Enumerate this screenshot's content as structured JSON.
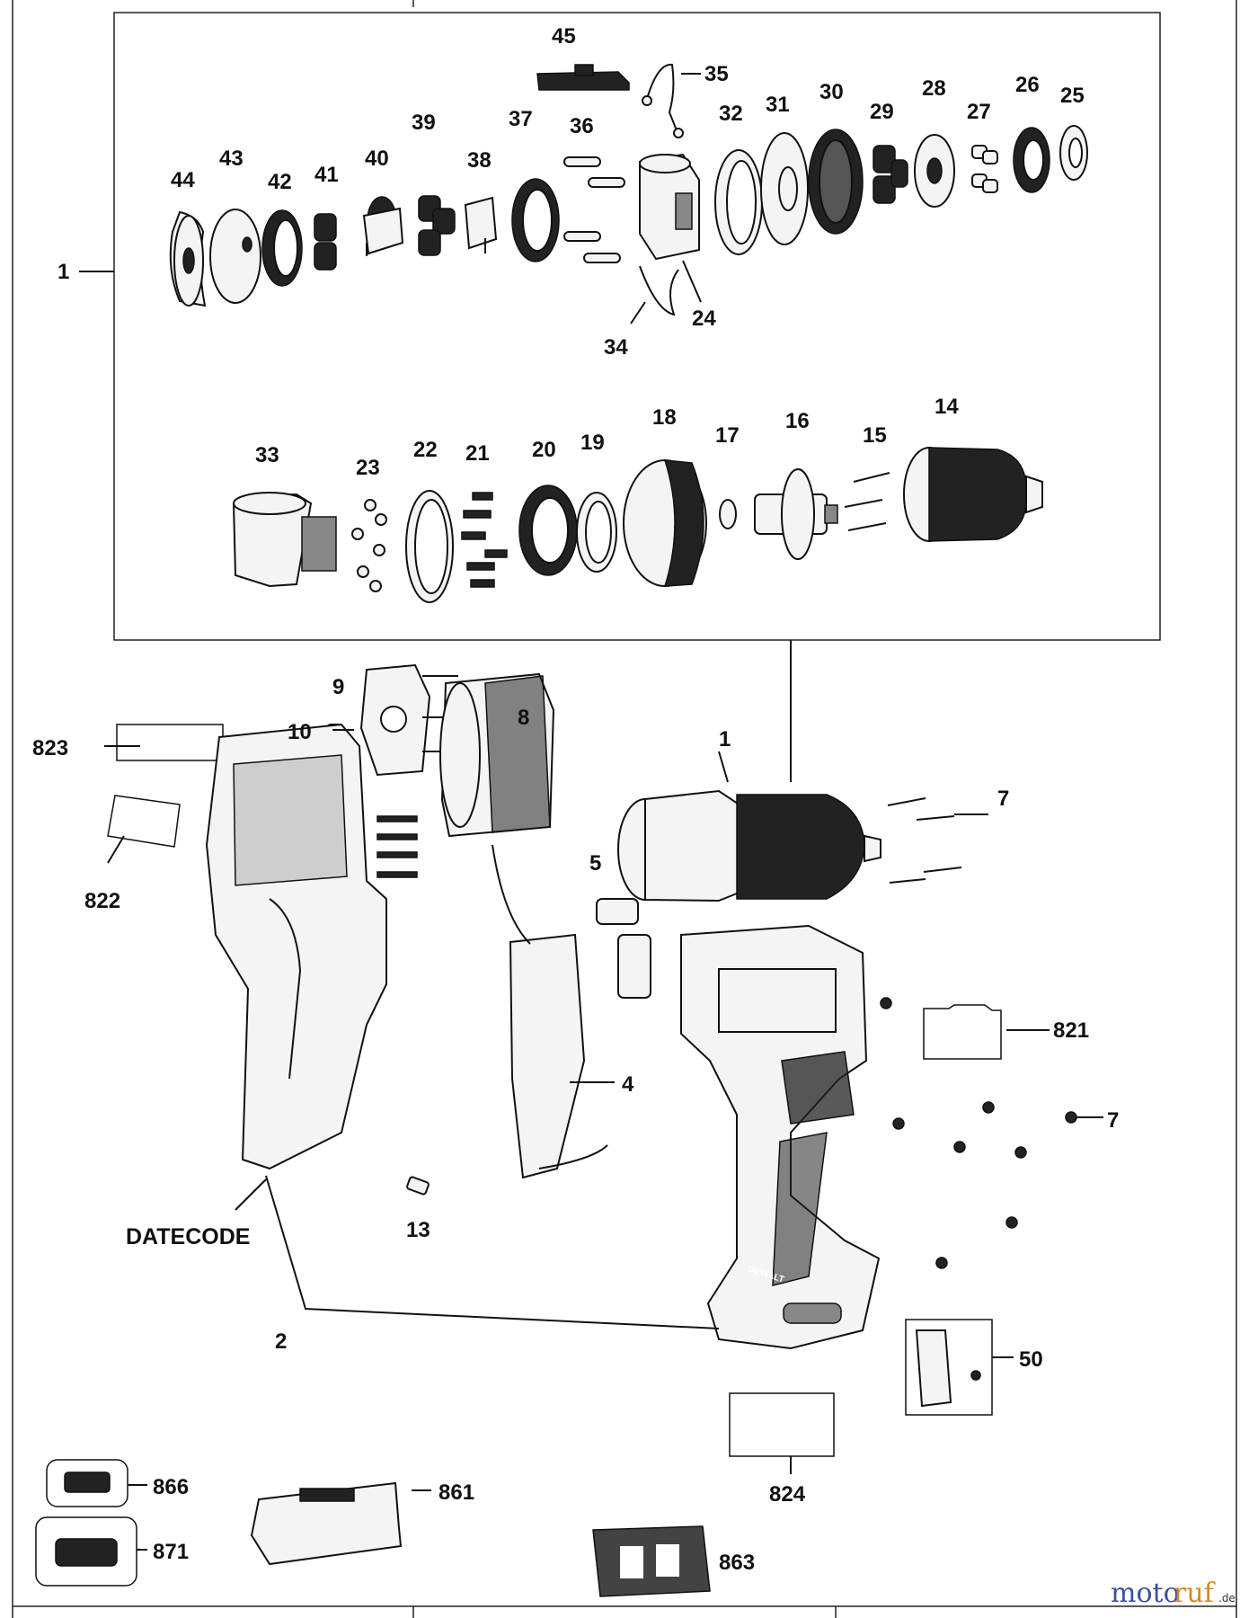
{
  "callouts": {
    "c1": "1",
    "c2": "2",
    "c4": "4",
    "c5": "5",
    "c7": "7",
    "c8": "8",
    "c9": "9",
    "c10": "10",
    "c13": "13",
    "c14": "14",
    "c15": "15",
    "c16": "16",
    "c17": "17",
    "c18": "18",
    "c19": "19",
    "c20": "20",
    "c21": "21",
    "c22": "22",
    "c23": "23",
    "c24": "24",
    "c25": "25",
    "c26": "26",
    "c27": "27",
    "c28": "28",
    "c29": "29",
    "c30": "30",
    "c31": "31",
    "c32": "32",
    "c33": "33",
    "c34": "34",
    "c35": "35",
    "c36": "36",
    "c37": "37",
    "c38": "38",
    "c39": "39",
    "c40": "40",
    "c41": "41",
    "c42": "42",
    "c43": "43",
    "c44": "44",
    "c45": "45",
    "c50": "50",
    "c821": "821",
    "c822": "822",
    "c823": "823",
    "c824": "824",
    "c861": "861",
    "c863": "863",
    "c866": "866",
    "c871": "871"
  },
  "datecode_label": "DATECODE",
  "brand_mark": "DEWALT",
  "watermark": {
    "part_a": "moto",
    "part_b": "ruf",
    "suffix": ".de"
  },
  "colors": {
    "ink": "#111111",
    "paper": "#ffffff",
    "watermark_blue": "#3a4fa0",
    "watermark_orange": "#d48a1e"
  }
}
